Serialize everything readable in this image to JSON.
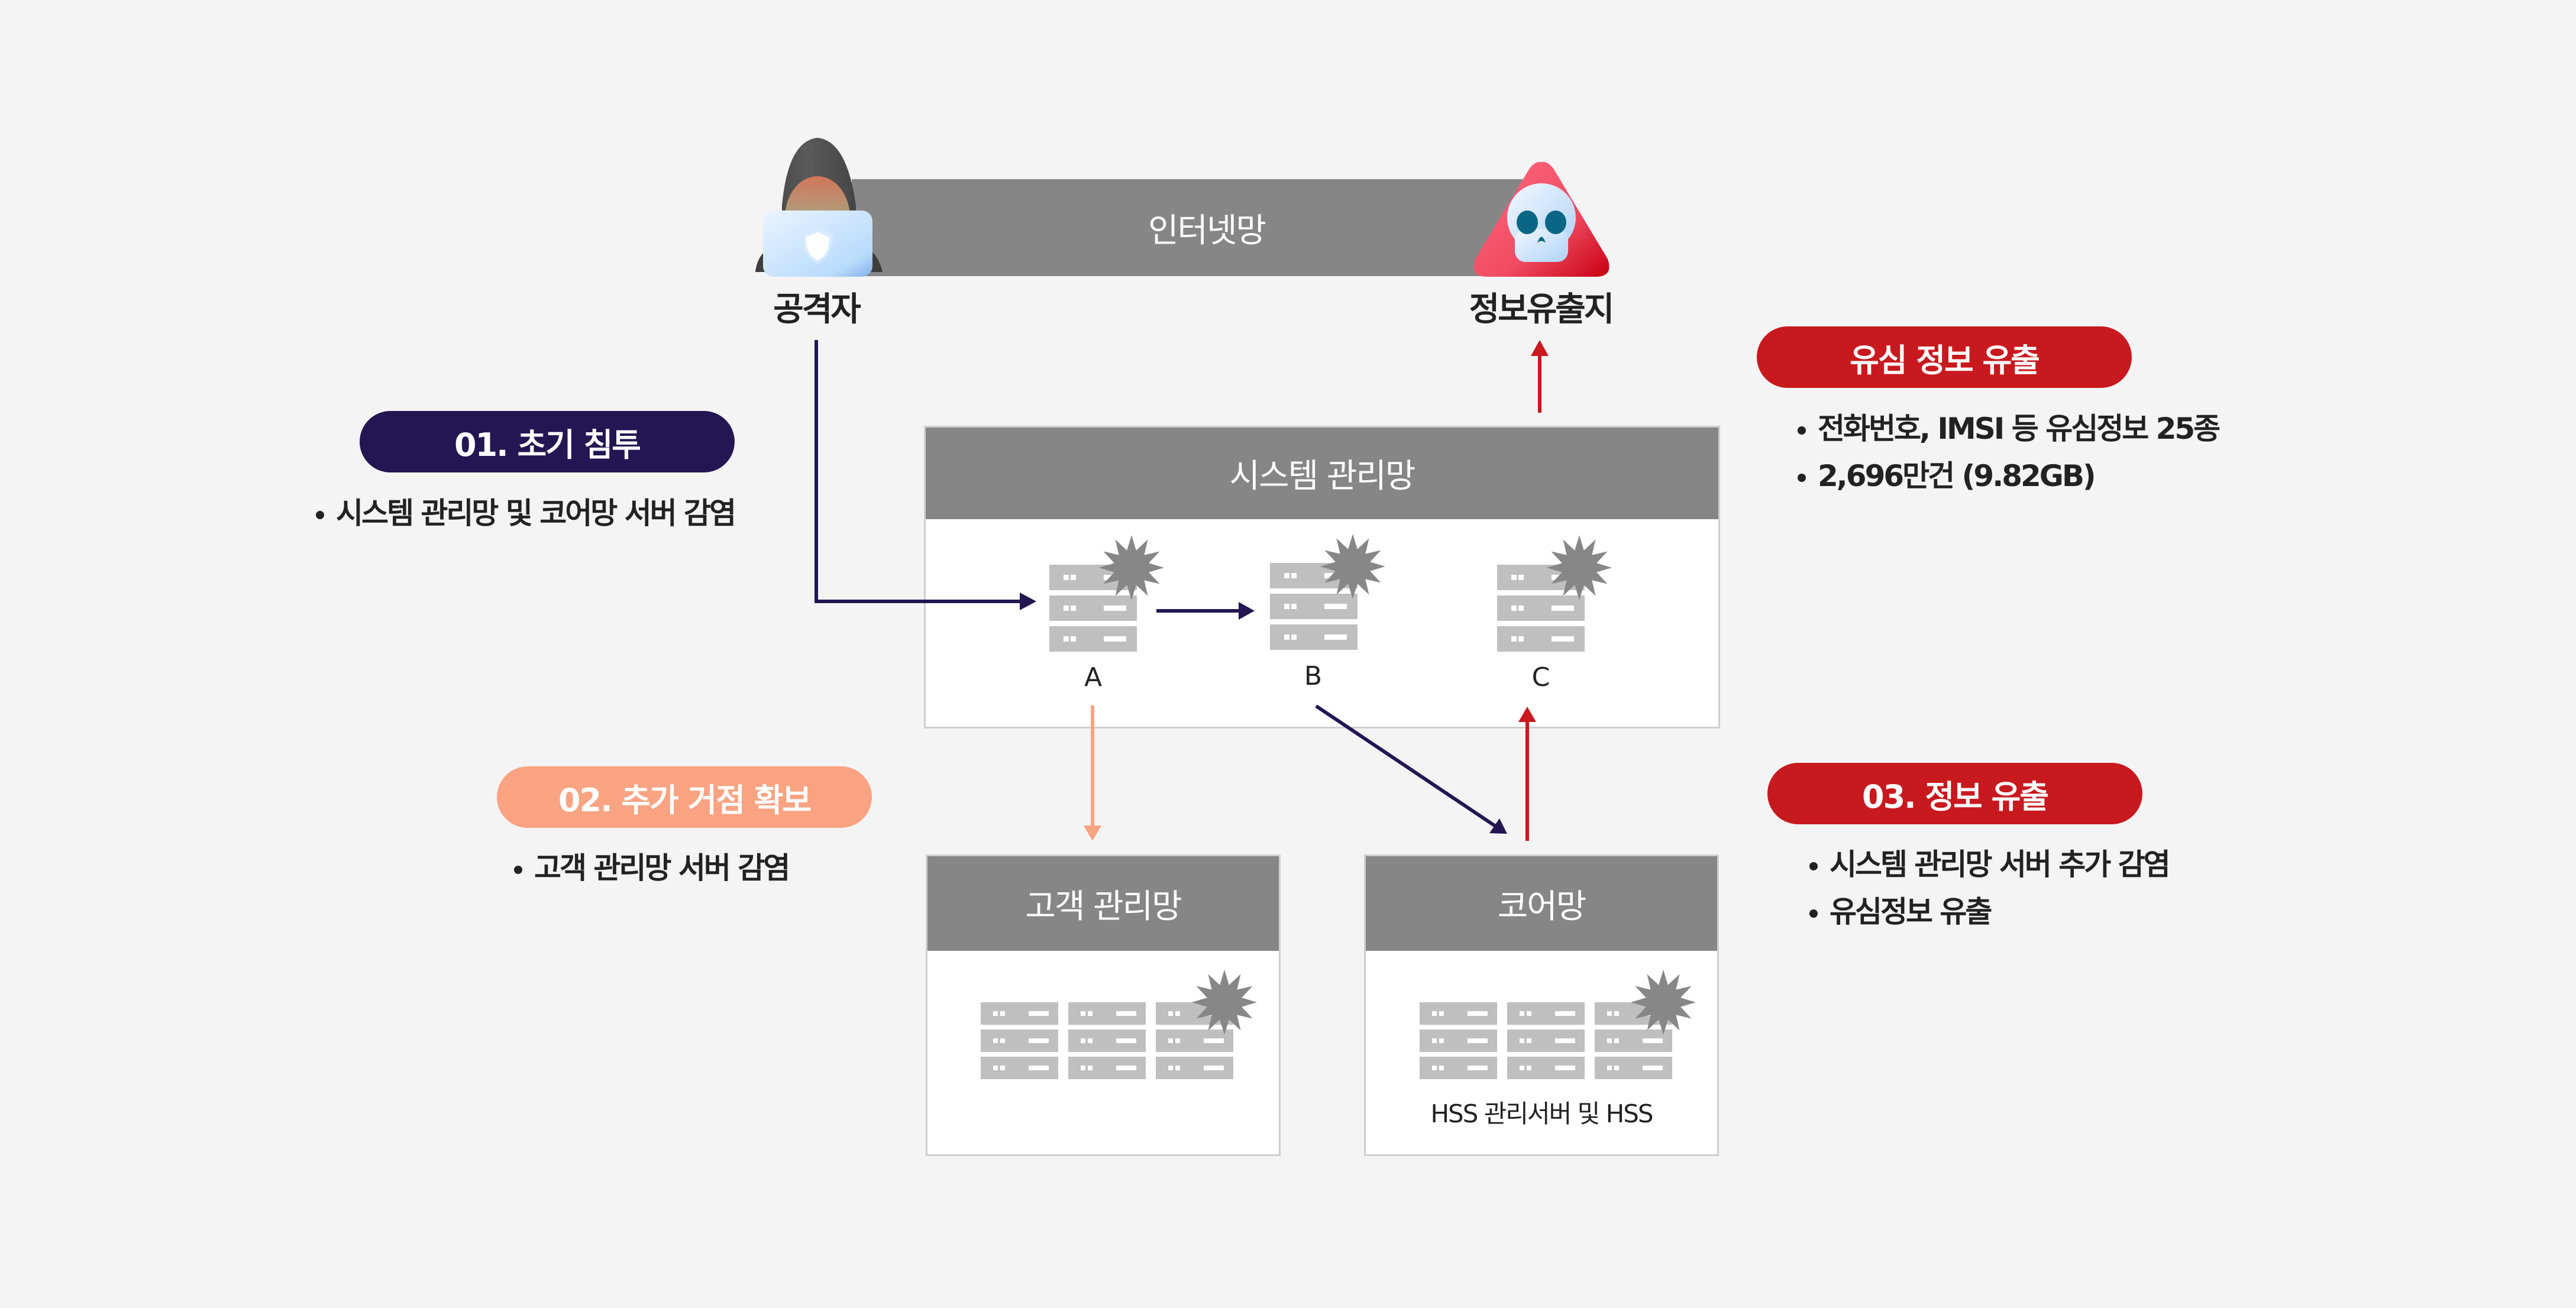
{
  "internet": {
    "label": "인터넷망"
  },
  "nodes": {
    "attacker": {
      "label": "공격자",
      "icon": "hacker-laptop-icon"
    },
    "leak_site": {
      "label": "정보유출지",
      "icon": "skull-warning-icon"
    }
  },
  "steps": [
    {
      "id": "01",
      "title": "01. 초기 침투",
      "color": "#231652",
      "bullets": [
        "시스템 관리망 및 코어망 서버 감염"
      ]
    },
    {
      "id": "02",
      "title": "02. 추가 거점 확보",
      "color": "#f9a382",
      "bullets": [
        "고객 관리망 서버 감염"
      ]
    },
    {
      "id": "03",
      "title": "03. 정보 유출",
      "color": "#c8191e",
      "bullets": [
        "시스템 관리망 서버 추가 감염",
        "유심정보 유출"
      ]
    }
  ],
  "leak_summary": {
    "title": "유심 정보 유출",
    "color": "#c8191e",
    "bullets": [
      "전화번호, IMSI 등 유심정보 25종",
      "2,696만건 (9.82GB)"
    ]
  },
  "networks": {
    "system": {
      "title": "시스템 관리망",
      "servers": [
        "A",
        "B",
        "C"
      ]
    },
    "customer": {
      "title": "고객 관리망"
    },
    "core": {
      "title": "코어망",
      "caption": "HSS 관리서버 및 HSS"
    }
  },
  "colors": {
    "background": "#f4f4f4",
    "header_gray": "#868686",
    "server_gray": "#bfbfbf",
    "burst_gray": "#878787",
    "arrow_navy": "#231652",
    "arrow_orange": "#f9a382",
    "arrow_red": "#c8191e"
  }
}
